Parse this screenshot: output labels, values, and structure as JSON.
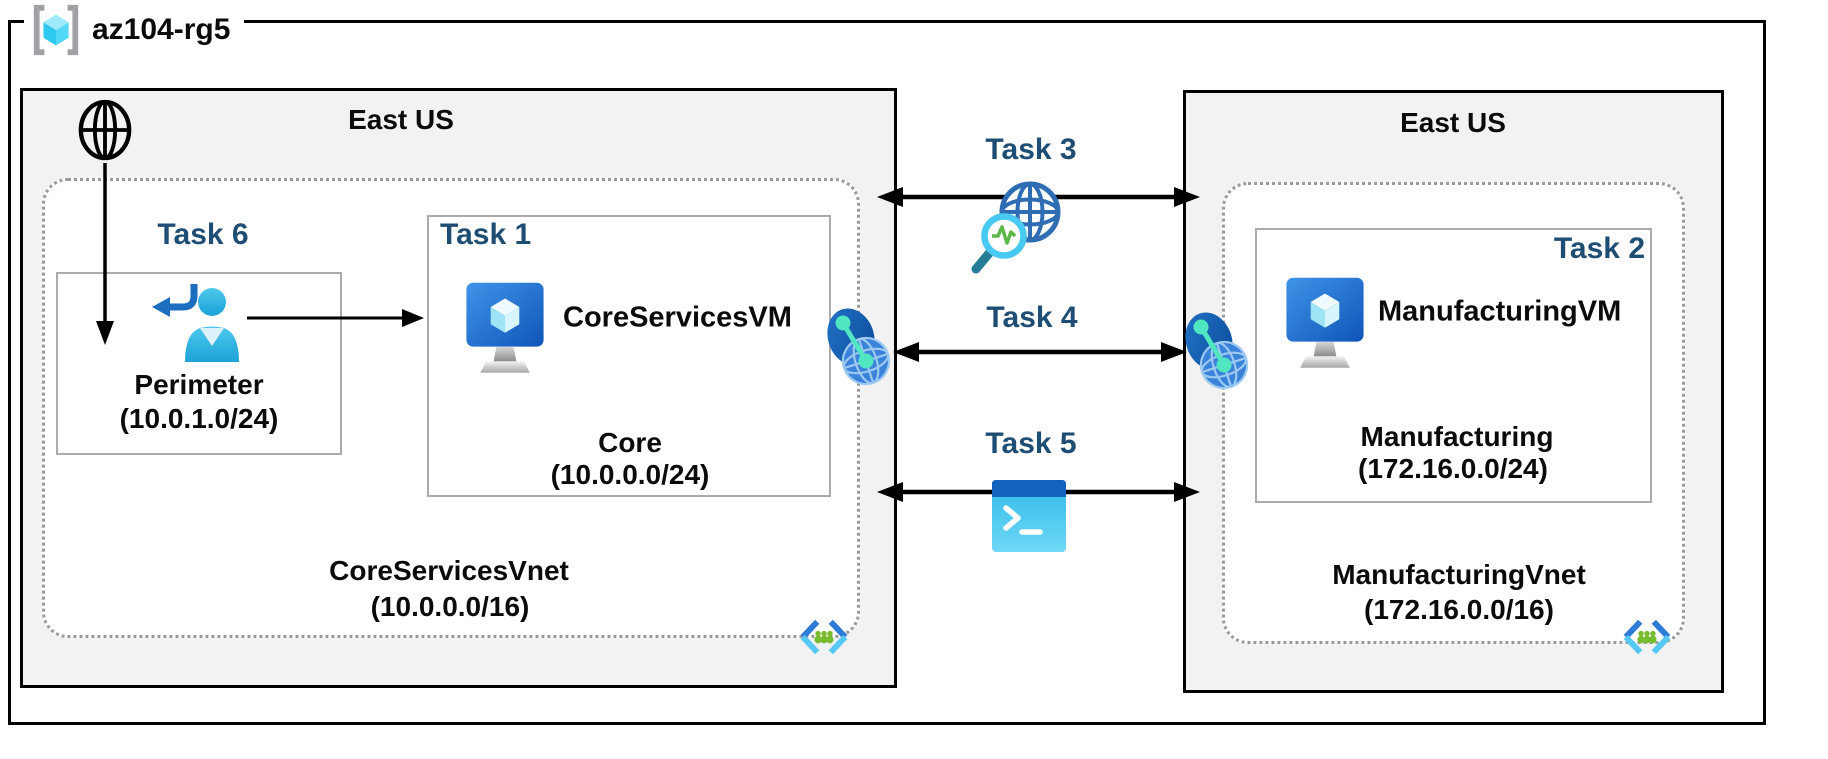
{
  "resource_group": {
    "name": "az104-rg5"
  },
  "left_region": {
    "location": "East US",
    "perimeter": {
      "task": "Task 6",
      "name": "Perimeter",
      "cidr": "(10.0.1.0/24)"
    },
    "core": {
      "task": "Task 1",
      "vm_name": "CoreServicesVM",
      "subnet_name": "Core",
      "subnet_cidr": "(10.0.0.0/24)"
    },
    "vnet": {
      "name": "CoreServicesVnet",
      "cidr": "(10.0.0.0/16)"
    }
  },
  "right_region": {
    "location": "East US",
    "manufacturing": {
      "task": "Task 2",
      "vm_name": "ManufacturingVM",
      "subnet_name": "Manufacturing",
      "subnet_cidr": "(172.16.0.0/24)"
    },
    "vnet": {
      "name": "ManufacturingVnet",
      "cidr": "(172.16.0.0/16)"
    }
  },
  "connections": {
    "task3_label": "Task 3",
    "task4_label": "Task 4",
    "task5_label": "Task 5"
  },
  "icons": {
    "resource_group": "resource-group-icon",
    "internet": "internet-globe-icon",
    "guest_user": "guest-user-icon",
    "virtual_machine": "virtual-machine-icon",
    "virtual_network": "virtual-network-icon",
    "vnet_peering": "vnet-peering-icon",
    "network_watcher": "network-watcher-icon",
    "cloud_shell": "cloud-shell-icon"
  },
  "colors": {
    "task_label": "#1e4e73",
    "region_fill": "#f2f2f3",
    "outer_border": "#000000",
    "subnet_border": "#ababab",
    "vnet_dotted_border": "#9a9a9a",
    "peering_teal": "#50e6c1",
    "vnet_green": "#76bc2d"
  }
}
